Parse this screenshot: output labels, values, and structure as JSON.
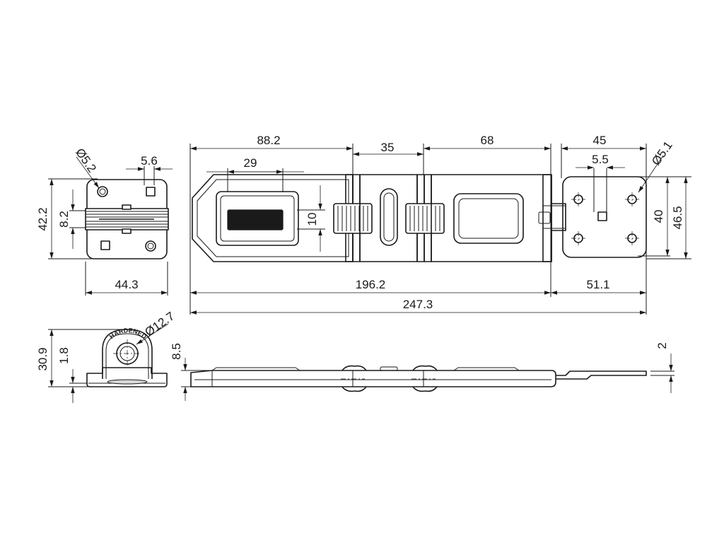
{
  "dimensions": {
    "d_88_2": "88.2",
    "d_35": "35",
    "d_68": "68",
    "d_45": "45",
    "d_29": "29",
    "d_5_5": "5.5",
    "d_10": "10",
    "d_hole_5_1": "Ø5.1",
    "d_40": "40",
    "d_46_5": "46.5",
    "d_196_2": "196.2",
    "d_51_1": "51.1",
    "d_247_3": "247.3",
    "d_hole_5_2": "Ø5.2",
    "d_5_6": "5.6",
    "d_42_2": "42.2",
    "d_8_2": "8.2",
    "d_44_3": "44.3",
    "d_eye_12_7": "Ø12.7",
    "d_30_9": "30.9",
    "d_1_8": "1.8",
    "d_8_5": "8.5",
    "d_2": "2"
  },
  "stamp_text": "HARDENED"
}
